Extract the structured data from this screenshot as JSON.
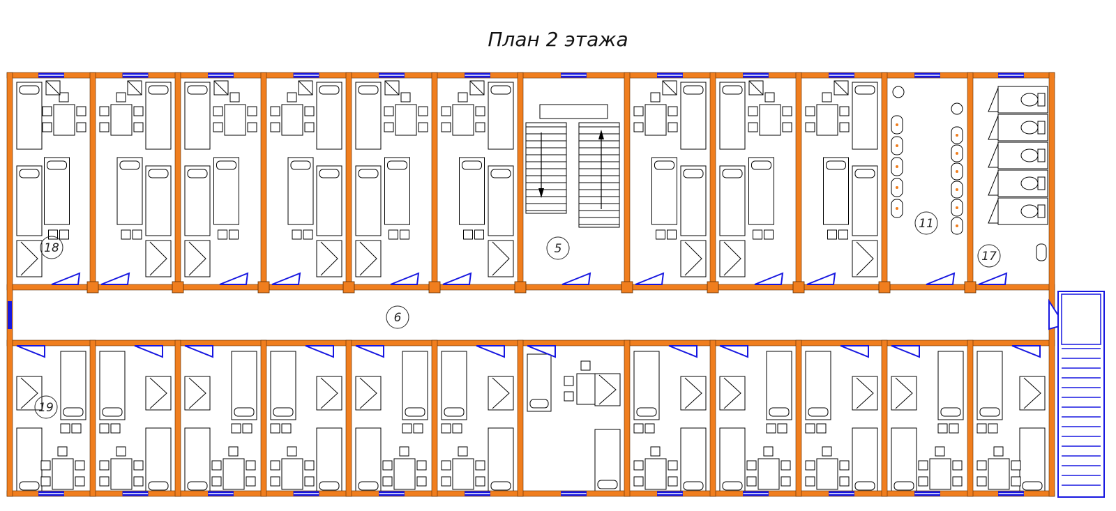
{
  "title": "План 2 этажа",
  "colors": {
    "wall": "#f07e1e",
    "wall_edge": "#5a2b00",
    "window": "#1717e0",
    "door": "#1717e0",
    "furniture": "#000000"
  },
  "room_labels": [
    "18",
    "5",
    "11",
    "17",
    "6",
    "19"
  ],
  "icons": {
    "bed": "bed-icon",
    "table": "table-icon",
    "chair": "chair-icon",
    "sink": "sink-icon",
    "toilet": "toilet-icon",
    "stair": "stairs-icon"
  }
}
